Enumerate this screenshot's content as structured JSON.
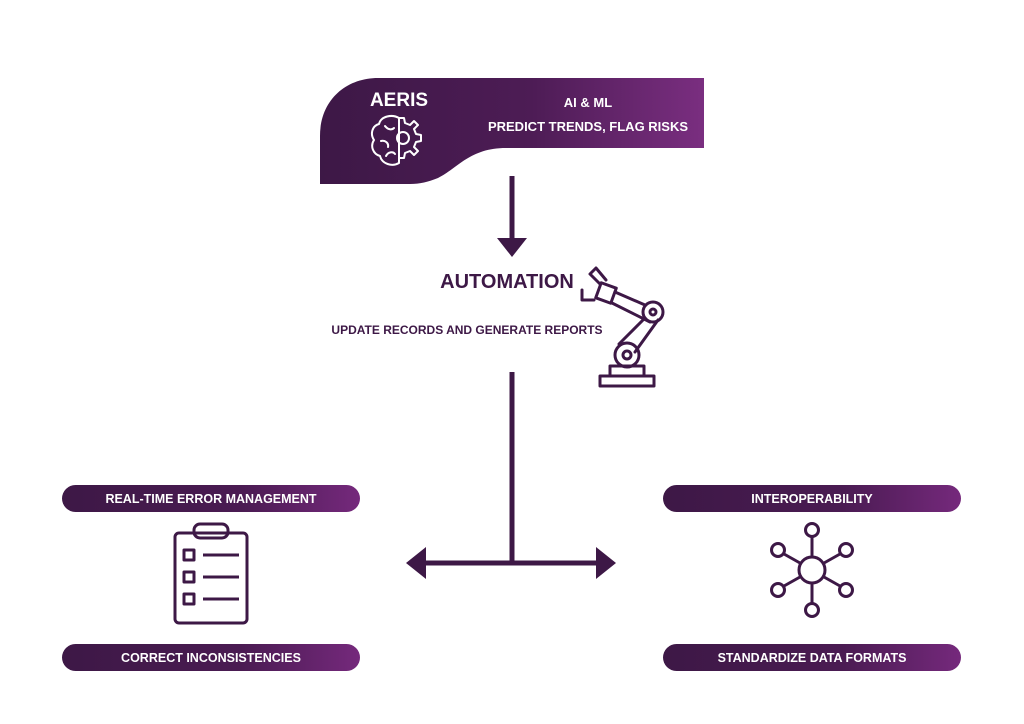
{
  "header": {
    "brand": "AERIS",
    "line1": "AI & ML",
    "line2": "PREDICT TRENDS, FLAG RISKS",
    "icon": "brain-gear-icon"
  },
  "automation": {
    "title": "AUTOMATION",
    "subtitle": "UPDATE RECORDS AND GENERATE REPORTS",
    "icon": "robot-arm-icon"
  },
  "left_panel": {
    "top_label": "REAL-TIME ERROR MANAGEMENT",
    "bottom_label": "CORRECT INCONSISTENCIES",
    "icon": "clipboard-checklist-icon"
  },
  "right_panel": {
    "top_label": "INTEROPERABILITY",
    "bottom_label": "STANDARDIZE DATA FORMATS",
    "icon": "network-hub-icon"
  },
  "colors": {
    "primary": "#3d1846",
    "gradient_end": "#7a2e80",
    "text_dark": "#3d1846",
    "text_light": "#ffffff"
  }
}
